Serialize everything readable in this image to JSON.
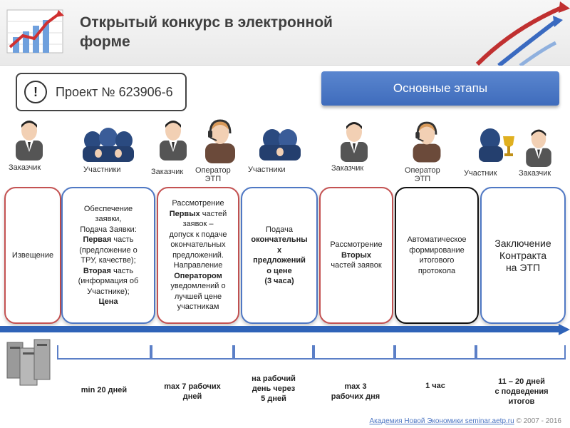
{
  "header": {
    "title_line1": "Открытый конкурс в электронной",
    "title_line2": "форме",
    "logo_icon": "growth-chart-icon"
  },
  "project": {
    "alert_symbol": "!",
    "label": "Проект № 623906-6"
  },
  "stages_header": "Основные этапы",
  "roles": {
    "r1": "Заказчик",
    "r2": "Участники",
    "r3": "Заказчик",
    "r4a": "Оператор",
    "r4b": "ЭТП",
    "r5": "Участники",
    "r6": "Заказчик",
    "r7a": "Оператор",
    "r7b": "ЭТП",
    "r8": "Участник",
    "r9": "Заказчик"
  },
  "stages": {
    "s1": "Извещение",
    "s2": {
      "l1": "Обеспечение",
      "l2": "заявки,",
      "l3": "Подача Заявки:",
      "l4b": "Первая",
      "l4": " часть",
      "l5": "(предложение о",
      "l6": "ТРУ, качестве);",
      "l7b": "Вторая",
      "l7": " часть",
      "l8": "(информация об",
      "l9": "Участнике);",
      "l10b": "Цена"
    },
    "s3": {
      "l1": "Рассмотрение",
      "l2b": "Первых",
      "l2": " частей",
      "l3": "заявок –",
      "l4": "допуск к подаче",
      "l5": "окончательных",
      "l6": "предложений.",
      "l7": "Направление",
      "l8b": "Оператором",
      "l9": "уведомлений о",
      "l10": "лучшей цене",
      "l11": "участникам"
    },
    "s4": {
      "l1": "Подача",
      "l2b": "окончательны",
      "l3b": "х",
      "l4b": "предложений",
      "l5b": "о цене",
      "l6b": "(3 часа)"
    },
    "s5": {
      "l1": "Рассмотрение",
      "l2b": "Вторых",
      "l3": "частей заявок"
    },
    "s6": {
      "l1": "Автоматическое",
      "l2": "формирование",
      "l3": "итогового",
      "l4": "протокола"
    },
    "s7": {
      "l1": "Заключение",
      "l2": "Контракта",
      "l3": "на ЭТП"
    }
  },
  "durations": {
    "d1": "min 20 дней",
    "d2a": "max 7 рабочих",
    "d2b": "дней",
    "d3a": "на рабочий",
    "d3b": "день через",
    "d3c": "5 дней",
    "d4a": "max 3",
    "d4b": "рабочих дня",
    "d5": "1 час",
    "d6a": "11 – 20 дней",
    "d6b": "с подведения",
    "d6c": "итогов"
  },
  "footer": {
    "link": "Академия Новой Экономики seminar.aetp.ru",
    "suffix": " © 2007 - 2016"
  },
  "colors": {
    "accent_blue": "#4f78c4",
    "accent_red": "#c45252",
    "timeline_blue": "#2f63b8"
  }
}
